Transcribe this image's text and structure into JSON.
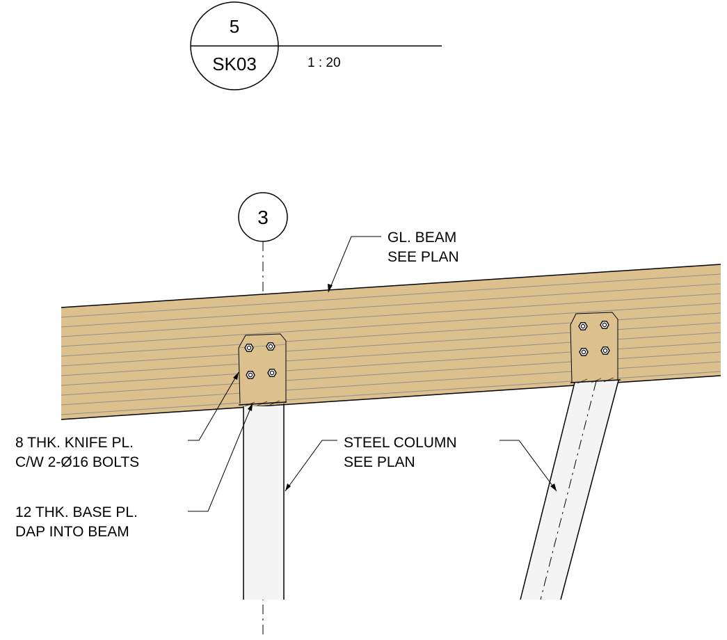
{
  "title_block": {
    "detail_number": "5",
    "sheet": "SK03",
    "scale": "1 : 20"
  },
  "grid_bubble": {
    "label": "3"
  },
  "callouts": {
    "beam": {
      "line1": "GL. BEAM",
      "line2": "SEE PLAN"
    },
    "knife_plate": {
      "line1": "8 THK. KNIFE PL.",
      "line2": "C/W 2-Ø16 BOLTS"
    },
    "base_plate": {
      "line1": "12 THK. BASE PL.",
      "line2": "DAP INTO BEAM"
    },
    "column": {
      "line1": "STEEL COLUMN",
      "line2": "SEE PLAN"
    }
  },
  "colors": {
    "beam_fill": "#dcc08e",
    "column_fill": "#f4f4f4",
    "grain": "#8f8f8f"
  }
}
